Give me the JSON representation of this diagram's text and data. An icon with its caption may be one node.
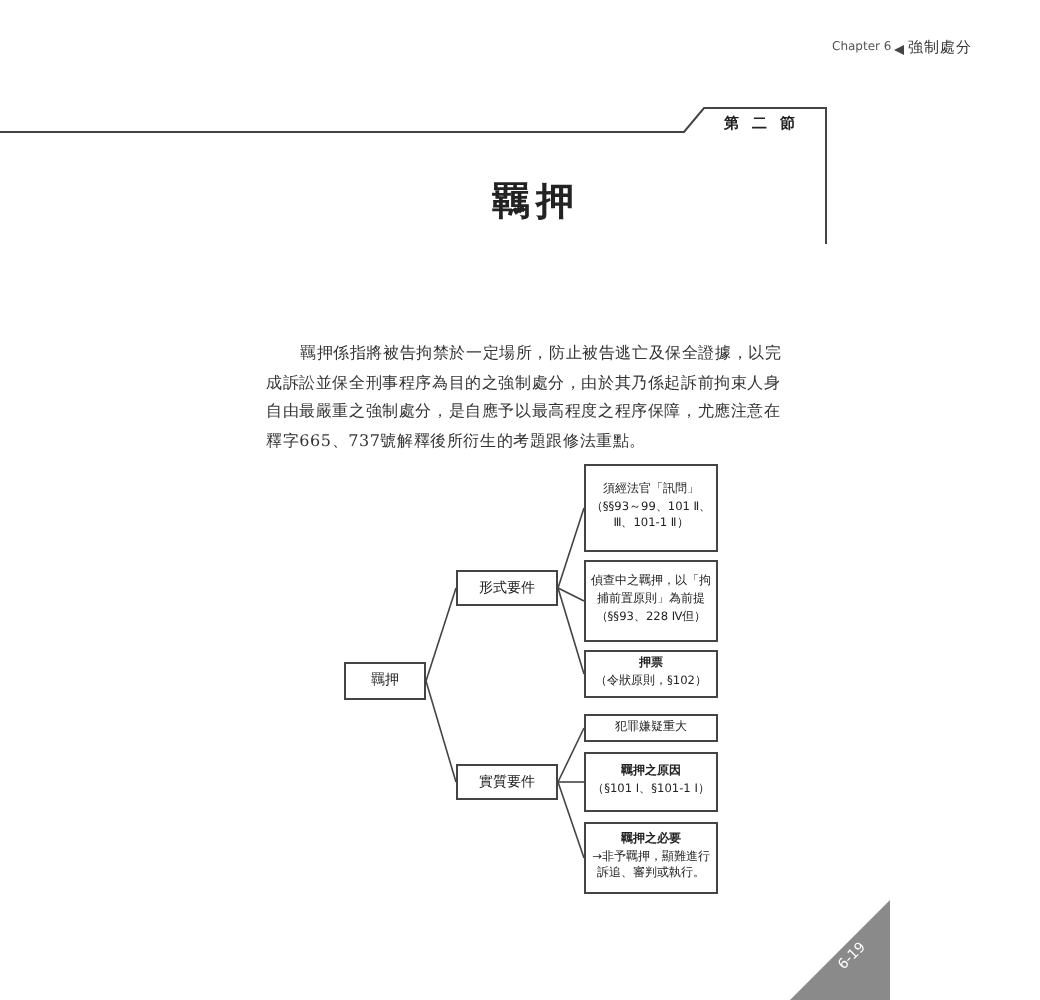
{
  "diagram": {
    "title": "羈押",
    "nodes": [
      {
        "text": [
          "羈押"
        ]
      },
      {
        "text": [
          "形式要件"
        ]
      },
      {
        "text": [
          "須經法官「訊問」（§§93～99、101 Ⅱ、Ⅲ、101-1 Ⅱ）"
        ]
      },
      {
        "text": [
          "偵查中之羈押，以「拘捕前置原則」為前提（§§93、228 Ⅳ但）"
        ]
      },
      {
        "text": [
          "押票",
          "（令狀原則，§102）"
        ]
      },
      {
        "text": [
          "實質要件"
        ]
      },
      {
        "text": [
          "犯罪嫌疑重大"
        ]
      },
      {
        "text": [
          "羈押之原因",
          "（§101 Ⅰ、§101-1 Ⅰ）"
        ]
      },
      {
        "text": [
          "羈押之必要",
          "→非予羈押，顯難進行訴追、審判或執行。"
        ]
      }
    ],
    "edges": [
      {
        "from": 0,
        "to": 1,
        "arrow": "none"
      },
      {
        "from": 0,
        "to": 5,
        "arrow": "none"
      },
      {
        "from": 1,
        "to": 2,
        "arrow": "none"
      },
      {
        "from": 1,
        "to": 3,
        "arrow": "none"
      },
      {
        "from": 1,
        "to": 4,
        "arrow": "none"
      },
      {
        "from": 5,
        "to": 6,
        "arrow": "none"
      },
      {
        "from": 5,
        "to": 7,
        "arrow": "none"
      },
      {
        "from": 5,
        "to": 8,
        "arrow": "none"
      }
    ],
    "labels": [
      "Chapter 6",
      "強制處分",
      "第二節",
      "羈押係指將被告拘禁於一定場所，防止被告逃亡及保全證據，以完成訴訟並保全刑事程序為目的之強制處分，由於其乃係起訴前拘束人身自由最嚴重之強制處分，是自應予以最高程度之程序保障，尤應注意在釋字665、737號解釋後所衍生的考題跟修法重點。",
      "6-19"
    ]
  }
}
